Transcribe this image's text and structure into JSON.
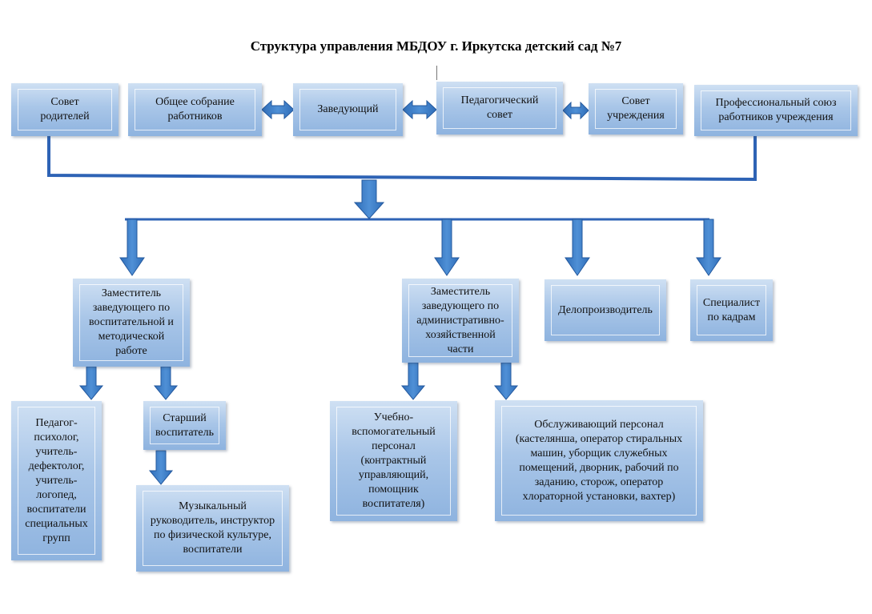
{
  "title": "Структура управления МБДОУ г. Иркутска детский сад №7",
  "colors": {
    "box_top": "#cfe0f3",
    "box_bottom": "#8eb3df",
    "arrow": "#3d7fc6",
    "line": "#2e63b5"
  },
  "boxes": {
    "parents_council": "Совет\nродителей",
    "general_meeting": "Общее собрание\nработников",
    "head": "Заведующий",
    "ped_council": "Педагогический\nсовет",
    "institution_council": "Совет\nучреждения",
    "trade_union": "Профессиональный союз\nработников учреждения",
    "deputy_edu": "Заместитель\nзаведующего по\nвоспитательной и\nметодической\nработе",
    "deputy_admin": "Заместитель\nзаведующего по\nадминистративно-\nхозяйственной\nчасти",
    "clerk": "Делопроизводитель",
    "hr": "Специалист\nпо кадрам",
    "psychologists": "Педагог-\nпсихолог,\nучитель-\nдефектолог,\nучитель-\nлогопед,\nвоспитатели\nспециальных\nгрупп",
    "senior_educator": "Старший\nвоспитатель",
    "music_staff": "Музыкальный\nруководитель, инструктор\nпо физической культуре,\nвоспитатели",
    "support_staff": "Учебно-\nвспомогательный\nперсонал\n(контрактный\nуправляющий,\nпомощник\nвоспитателя)",
    "service_staff": "Обслуживающий персонал\n(кастелянша, оператор стиральных\nмашин, уборщик служебных\nпомещений, дворник, рабочий по\nзаданию, сторож, оператор\nхлораторной установки, вахтер)"
  }
}
